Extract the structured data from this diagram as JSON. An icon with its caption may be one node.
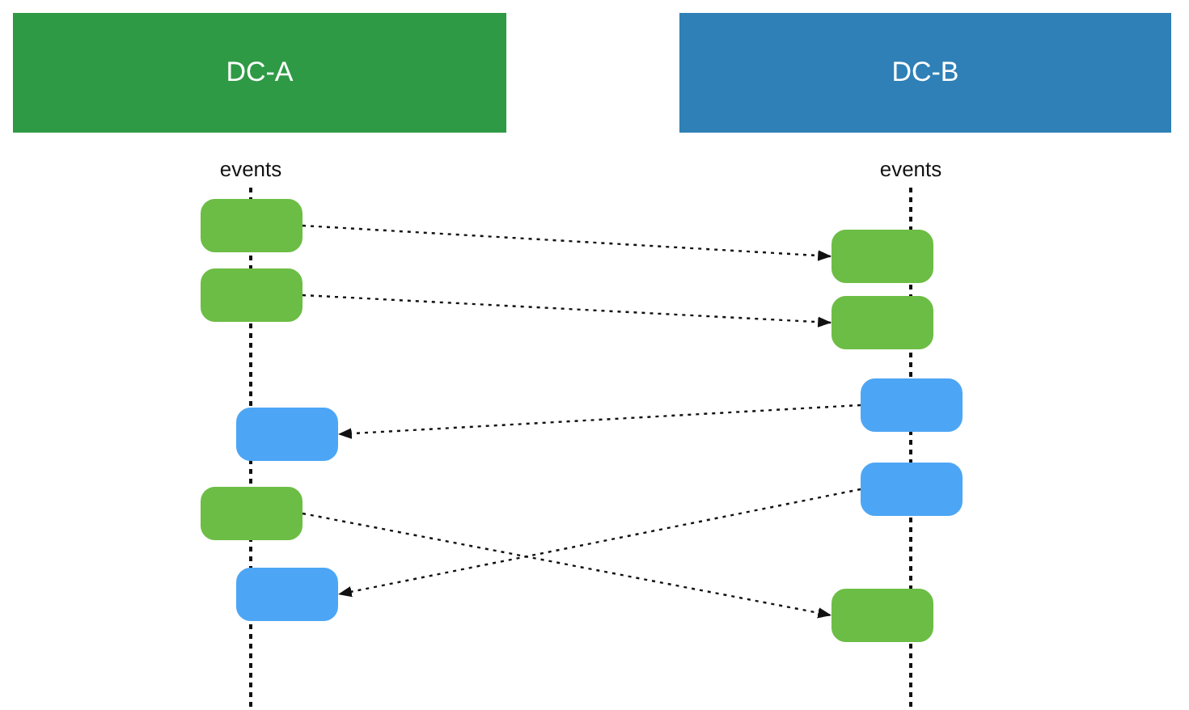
{
  "diagram": {
    "nodes": [
      {
        "text": [
          "DC-A"
        ]
      },
      {
        "text": [
          "DC-B"
        ]
      },
      {
        "text": [],
        "shape": "box"
      },
      {
        "text": [],
        "shape": "box"
      },
      {
        "text": [],
        "shape": "box"
      },
      {
        "text": [],
        "shape": "box"
      },
      {
        "text": [],
        "shape": "box"
      },
      {
        "text": [],
        "shape": "box"
      },
      {
        "text": [],
        "shape": "box"
      },
      {
        "text": [],
        "shape": "box"
      },
      {
        "text": [],
        "shape": "box"
      },
      {
        "text": [],
        "shape": "box"
      }
    ],
    "edges": [
      {
        "from": 2,
        "to": 3,
        "arrow": "to",
        "style": "dashed"
      },
      {
        "from": 4,
        "to": 5,
        "arrow": "to",
        "style": "dashed"
      },
      {
        "from": 6,
        "to": 7,
        "arrow": "to",
        "style": "dashed"
      },
      {
        "from": 8,
        "to": 10,
        "arrow": "to",
        "style": "dashed"
      },
      {
        "from": 9,
        "to": 11,
        "arrow": "to",
        "style": "dashed"
      }
    ],
    "labels": [
      "events",
      "events"
    ]
  }
}
